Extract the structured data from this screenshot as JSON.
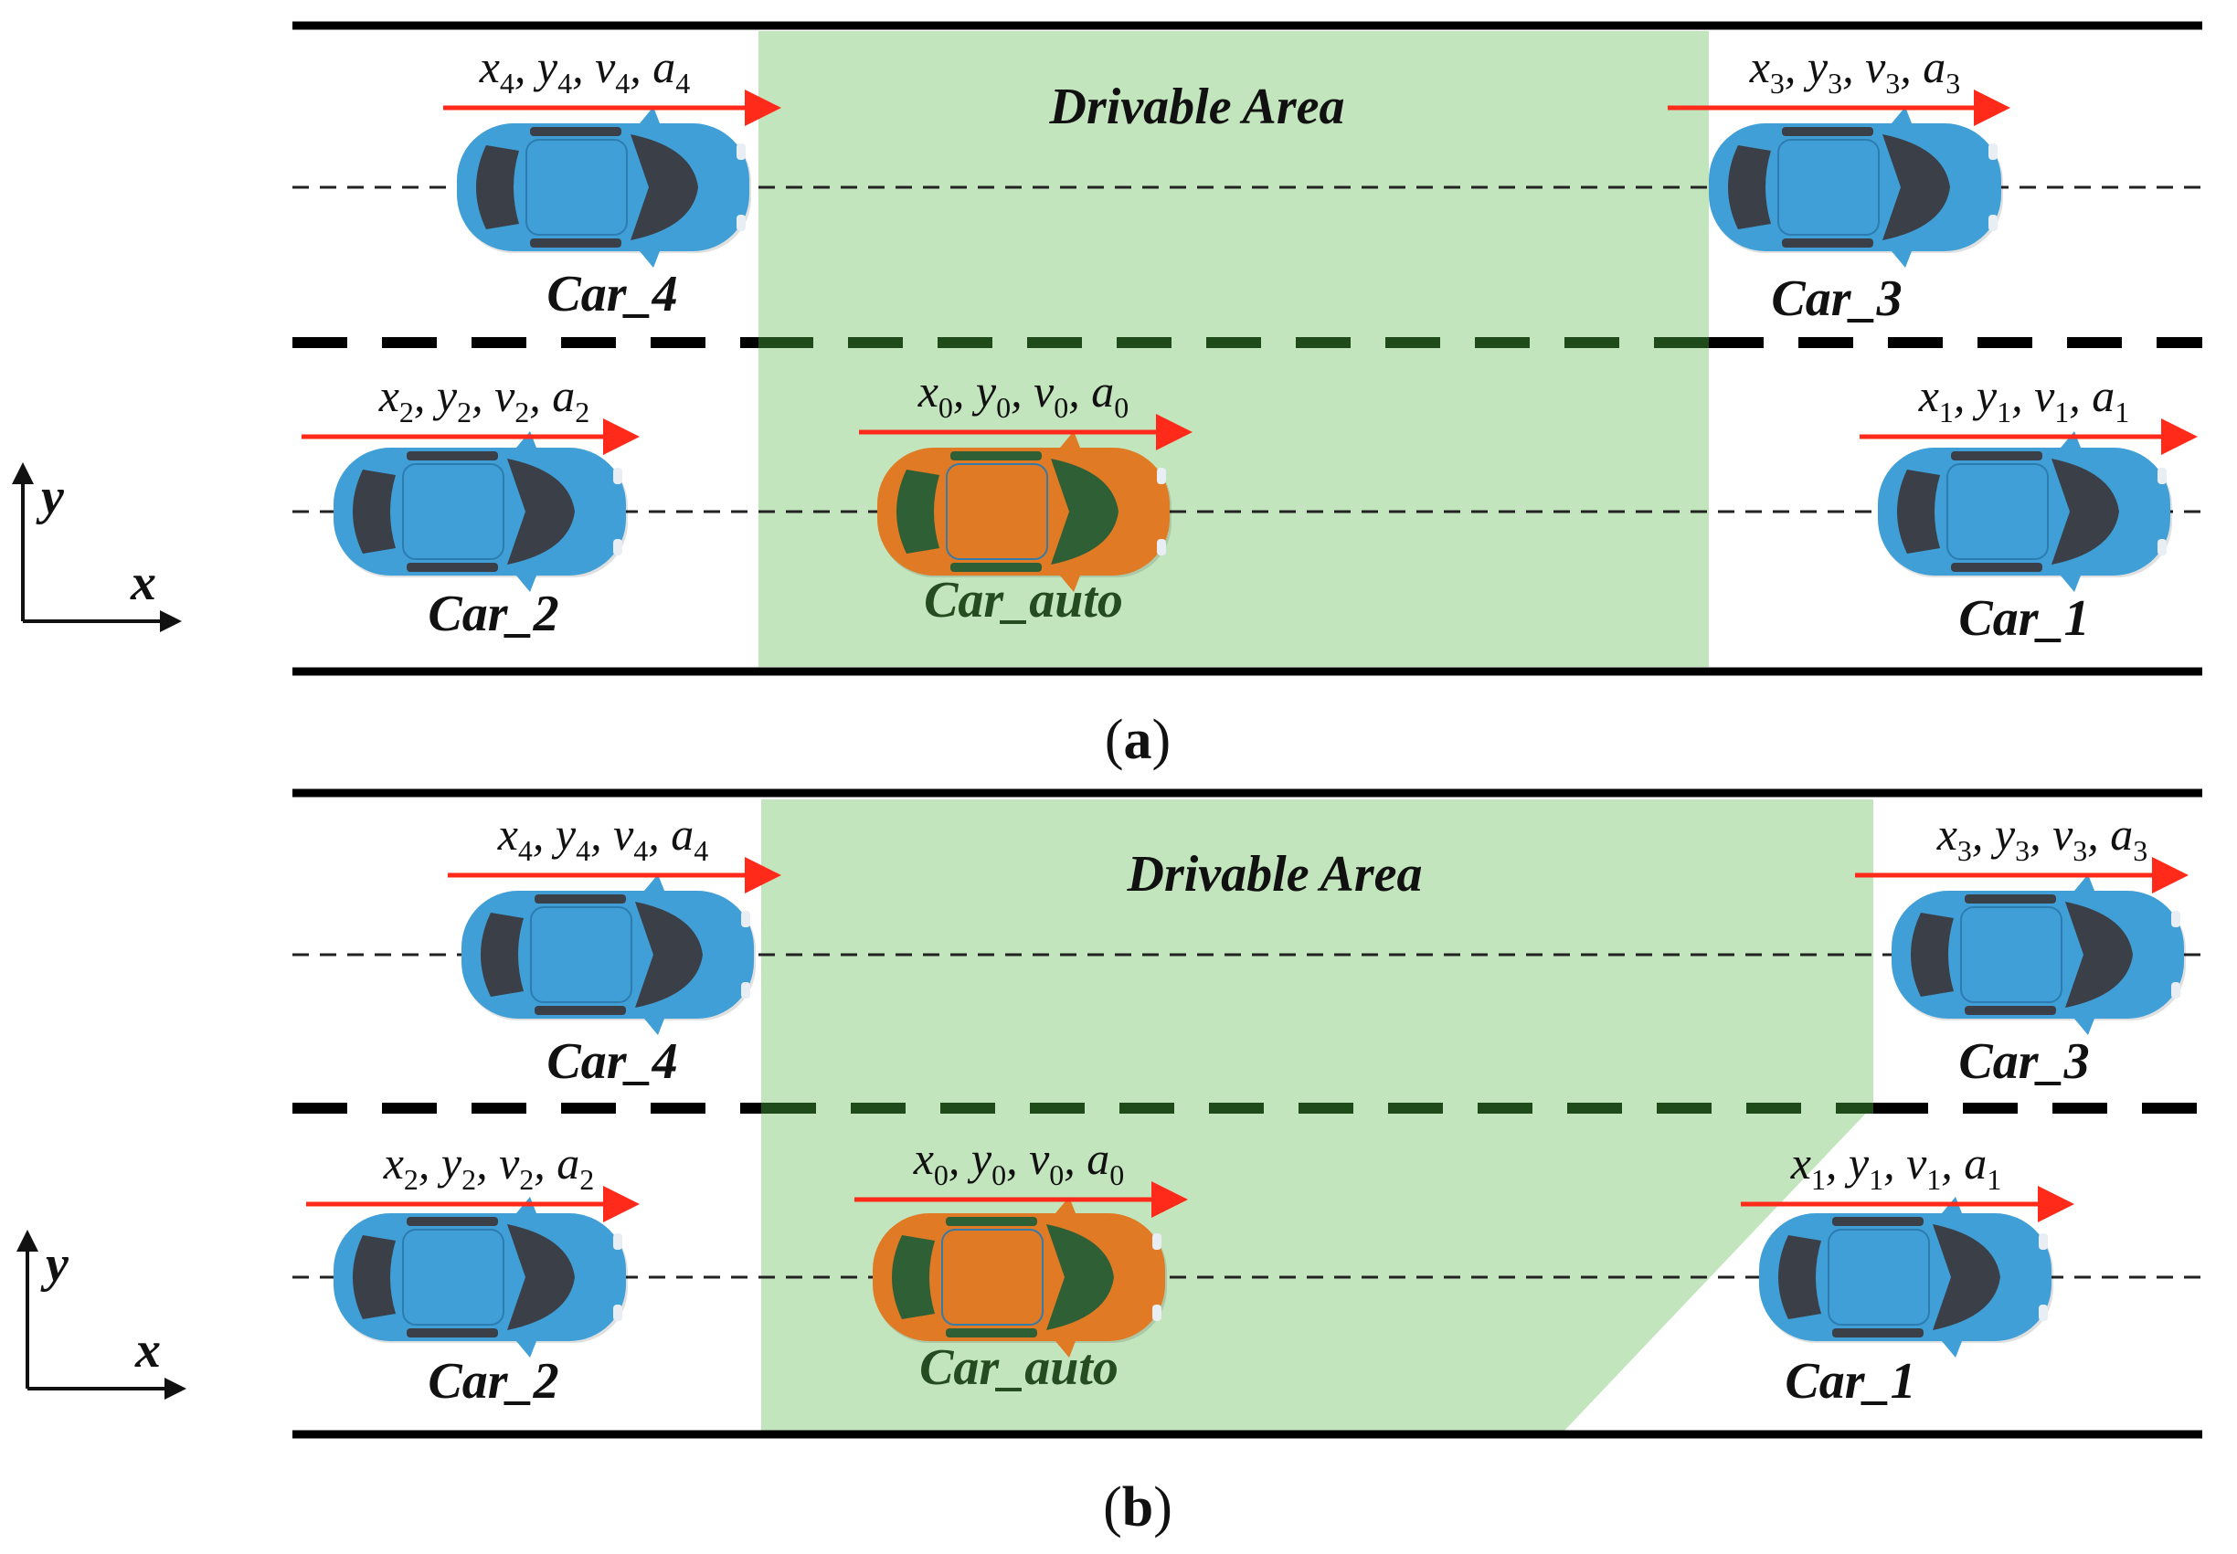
{
  "colors": {
    "road_line": "#000000",
    "drivable_fill": "#c3e5bd",
    "lane_divider_in_area": "#1f4a1a",
    "arrow": "#ff2a1a",
    "car_blue": "#3f9fd6",
    "car_orange": "#e07a25",
    "glass_blue": "#3b3f47",
    "glass_orange": "#2f5f35",
    "auto_label": "#254b20"
  },
  "icons": {
    "car": "car-top-view-icon",
    "axis": "xy-axis-icon"
  },
  "panels": [
    {
      "id": "a",
      "caption_letter": "a",
      "area_label": "Drivable Area",
      "axis": {
        "y": "y",
        "x": "x"
      },
      "cars": [
        {
          "name": "Car_4",
          "state": [
            "x",
            "4",
            "y",
            "4",
            "v",
            "4",
            "a",
            "4"
          ],
          "color": "blue"
        },
        {
          "name": "Car_3",
          "state": [
            "x",
            "3",
            "y",
            "3",
            "v",
            "3",
            "a",
            "3"
          ],
          "color": "blue"
        },
        {
          "name": "Car_2",
          "state": [
            "x",
            "2",
            "y",
            "2",
            "v",
            "2",
            "a",
            "2"
          ],
          "color": "blue"
        },
        {
          "name": "Car_auto",
          "state": [
            "x",
            "0",
            "y",
            "0",
            "v",
            "0",
            "a",
            "0"
          ],
          "color": "orange"
        },
        {
          "name": "Car_1",
          "state": [
            "x",
            "1",
            "y",
            "1",
            "v",
            "1",
            "a",
            "1"
          ],
          "color": "blue"
        }
      ]
    },
    {
      "id": "b",
      "caption_letter": "b",
      "area_label": "Drivable Area",
      "axis": {
        "y": "y",
        "x": "x"
      },
      "cars": [
        {
          "name": "Car_4",
          "state": [
            "x",
            "4",
            "y",
            "4",
            "v",
            "4",
            "a",
            "4"
          ],
          "color": "blue"
        },
        {
          "name": "Car_3",
          "state": [
            "x",
            "3",
            "y",
            "3",
            "v",
            "3",
            "a",
            "3"
          ],
          "color": "blue"
        },
        {
          "name": "Car_2",
          "state": [
            "x",
            "2",
            "y",
            "2",
            "v",
            "2",
            "a",
            "2"
          ],
          "color": "blue"
        },
        {
          "name": "Car_auto",
          "state": [
            "x",
            "0",
            "y",
            "0",
            "v",
            "0",
            "a",
            "0"
          ],
          "color": "orange"
        },
        {
          "name": "Car_1",
          "state": [
            "x",
            "1",
            "y",
            "1",
            "v",
            "1",
            "a",
            "1"
          ],
          "color": "blue"
        }
      ]
    }
  ]
}
